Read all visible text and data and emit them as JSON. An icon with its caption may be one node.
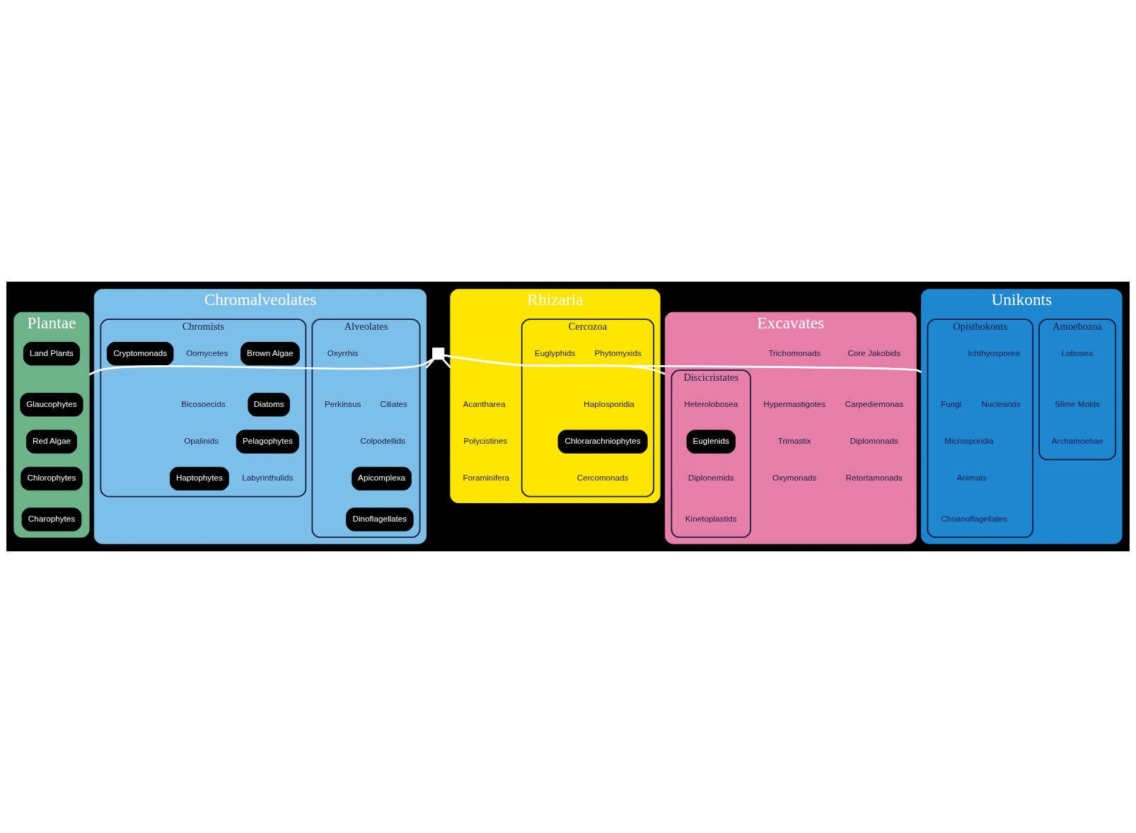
{
  "diagram": {
    "nodes": [
      {
        "text": [
          "Plantae"
        ]
      },
      {
        "text": [
          "Glaucophytes"
        ],
        "in": 0
      },
      {
        "text": [
          "Red Algae"
        ],
        "in": 0
      },
      {
        "text": [
          "Chlorophytes"
        ],
        "in": 0
      },
      {
        "text": [
          "Charophytes"
        ],
        "in": 0
      },
      {
        "text": [
          "Land Plants"
        ],
        "in": 0
      },
      {
        "text": [
          "Chromalveolates"
        ]
      },
      {
        "text": [
          "Alveolates"
        ],
        "in": 6
      },
      {
        "text": [
          "Ciliates"
        ],
        "in": 7
      },
      {
        "text": [
          "Colpodellids"
        ],
        "in": 7
      },
      {
        "text": [
          "Apicomplexa"
        ],
        "in": 7
      },
      {
        "text": [
          "Dinoflagellates"
        ],
        "in": 7
      },
      {
        "text": [
          "Oxyrrhis"
        ],
        "in": 7
      },
      {
        "text": [
          "Perkinsus"
        ],
        "in": 7
      },
      {
        "text": [
          "Chromists"
        ],
        "in": 6
      },
      {
        "text": [
          "Brown Algae"
        ],
        "in": 14
      },
      {
        "text": [
          "Diatoms"
        ],
        "in": 14
      },
      {
        "text": [
          "Pelagophytes"
        ],
        "in": 14
      },
      {
        "text": [
          "Labyrinthulids"
        ],
        "in": 14
      },
      {
        "text": [
          "Oomycetes"
        ],
        "in": 14
      },
      {
        "text": [
          "Bicosoecids"
        ],
        "in": 14
      },
      {
        "text": [
          "Opalinids"
        ],
        "in": 14
      },
      {
        "text": [
          "Haptophytes"
        ],
        "in": 14
      },
      {
        "text": [
          "Cryptomonads"
        ],
        "in": 14
      },
      {
        "text": [
          "Rhizaria"
        ]
      },
      {
        "text": [
          "Acantharea"
        ],
        "in": 24
      },
      {
        "text": [
          "Polycistines"
        ],
        "in": 24
      },
      {
        "text": [
          "Foraminifera"
        ],
        "in": 24
      },
      {
        "text": [
          "Cercozoa"
        ],
        "in": 24
      },
      {
        "text": [
          "Phytomyxids"
        ],
        "in": 28
      },
      {
        "text": [
          "Haplosporidia"
        ],
        "in": 28
      },
      {
        "text": [
          "Chlorarachniophytes"
        ],
        "in": 28
      },
      {
        "text": [
          "Cercomonads"
        ],
        "in": 28
      },
      {
        "text": [
          "Euglyphids"
        ],
        "in": 28
      },
      {
        "text": [
          "Excavates"
        ]
      },
      {
        "text": [
          "Discicristates"
        ],
        "in": 34
      },
      {
        "text": [
          "Heterolobosea"
        ],
        "in": 35
      },
      {
        "text": [
          "Euglenids"
        ],
        "in": 35
      },
      {
        "text": [
          "Diplonemids"
        ],
        "in": 35
      },
      {
        "text": [
          "Kinetoplastids"
        ],
        "in": 35
      },
      {
        "text": [
          "Core Jakobids"
        ],
        "in": 34
      },
      {
        "text": [
          "Carpediemonas"
        ],
        "in": 34
      },
      {
        "text": [
          "Diplomonads"
        ],
        "in": 34
      },
      {
        "text": [
          "Retortamonads"
        ],
        "in": 34
      },
      {
        "text": [
          "Trichomonads"
        ],
        "in": 34
      },
      {
        "text": [
          "Hypermastigotes"
        ],
        "in": 34
      },
      {
        "text": [
          "Trimastix"
        ],
        "in": 34
      },
      {
        "text": [
          "Oxymonads"
        ],
        "in": 34
      },
      {
        "text": [
          "Unikonts"
        ]
      },
      {
        "text": [
          "Opisthokonts"
        ],
        "in": 48
      },
      {
        "text": [
          "Fungi"
        ],
        "in": 49
      },
      {
        "text": [
          "Microsporidia"
        ],
        "in": 49
      },
      {
        "text": [
          "Animals"
        ],
        "in": 49
      },
      {
        "text": [
          "Choanoflagellates"
        ],
        "in": 49
      },
      {
        "text": [
          "Ichthyosporea"
        ],
        "in": 49
      },
      {
        "text": [
          "Nuclearids"
        ],
        "in": 49
      },
      {
        "text": [
          "Amoebozoa"
        ],
        "in": 48
      },
      {
        "text": [
          "Lobosea"
        ],
        "in": 56
      },
      {
        "text": [
          "Slime Molds"
        ],
        "in": 56
      },
      {
        "text": [
          "Archamoebae"
        ],
        "in": 56
      },
      {
        "text": [],
        "shape": "box"
      }
    ],
    "edges": [
      {
        "from": 60,
        "to": 0,
        "arrow": "none"
      },
      {
        "from": 60,
        "to": 6,
        "arrow": "none"
      },
      {
        "from": 60,
        "to": 24,
        "arrow": "none"
      },
      {
        "from": 60,
        "to": 34,
        "arrow": "none"
      },
      {
        "from": 60,
        "to": 48,
        "arrow": "none"
      }
    ]
  }
}
